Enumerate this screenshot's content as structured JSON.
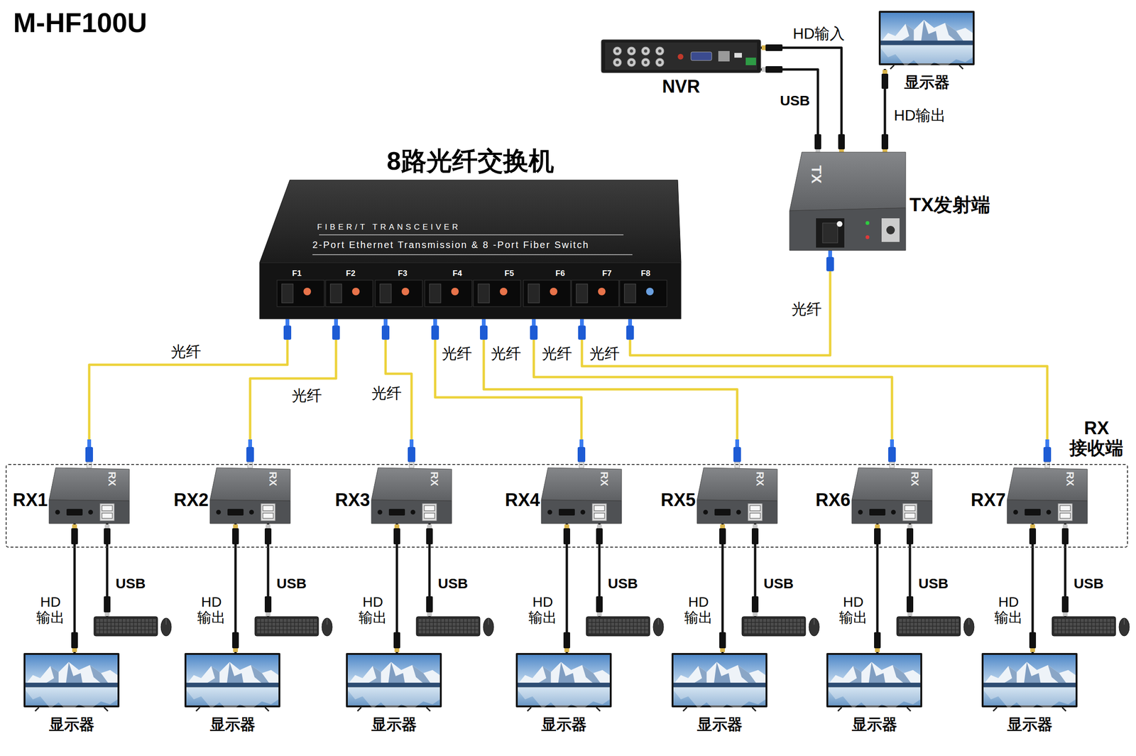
{
  "diagram": {
    "title": "M-HF100U",
    "nodes": [
      {
        "text": [
          "NVR"
        ]
      },
      {
        "text": [
          "显示器"
        ]
      },
      {
        "text": [
          "8路光纤交换机",
          "FIBER/T TRANSCEIVER",
          "2-Port Ethernet Transmission & 8 -Port Fiber Switch",
          "F1",
          "F2",
          "F3",
          "F4",
          "F5",
          "F6",
          "F7",
          "F8"
        ]
      },
      {
        "text": [
          "TX发射端",
          "TX"
        ]
      },
      {
        "text": [
          "RX 接收端"
        ]
      },
      {
        "text": [
          "RX1",
          "RX"
        ],
        "in": 4
      },
      {
        "text": [
          "RX2",
          "RX"
        ],
        "in": 4
      },
      {
        "text": [
          "RX3",
          "RX"
        ],
        "in": 4
      },
      {
        "text": [
          "RX4",
          "RX"
        ],
        "in": 4
      },
      {
        "text": [
          "RX5",
          "RX"
        ],
        "in": 4
      },
      {
        "text": [
          "RX6",
          "RX"
        ],
        "in": 4
      },
      {
        "text": [
          "RX7",
          "RX"
        ],
        "in": 4
      },
      {
        "text": [
          "显示器"
        ]
      },
      {
        "text": [
          "显示器"
        ]
      },
      {
        "text": [
          "显示器"
        ]
      },
      {
        "text": [
          "显示器"
        ]
      },
      {
        "text": [
          "显示器"
        ]
      },
      {
        "text": [
          "显示器"
        ]
      },
      {
        "text": [
          "显示器"
        ]
      }
    ],
    "edges": [
      {
        "from": 0,
        "to": 3,
        "label": "HD输入",
        "arrow": "none"
      },
      {
        "from": 0,
        "to": 3,
        "label": "USB",
        "arrow": "none"
      },
      {
        "from": 3,
        "to": 1,
        "label": "HD输出",
        "arrow": "none"
      },
      {
        "from": 3,
        "to": 2,
        "label": "光纤",
        "arrow": "none"
      },
      {
        "from": 2,
        "to": 5,
        "label": "光纤",
        "arrow": "none"
      },
      {
        "from": 2,
        "to": 6,
        "label": "光纤",
        "arrow": "none"
      },
      {
        "from": 2,
        "to": 7,
        "label": "光纤",
        "arrow": "none"
      },
      {
        "from": 2,
        "to": 8,
        "label": "光纤",
        "arrow": "none"
      },
      {
        "from": 2,
        "to": 9,
        "label": "光纤",
        "arrow": "none"
      },
      {
        "from": 2,
        "to": 10,
        "label": "光纤",
        "arrow": "none"
      },
      {
        "from": 2,
        "to": 11,
        "label": "光纤",
        "arrow": "none"
      },
      {
        "from": 5,
        "to": 12,
        "label": "HD 输出",
        "arrow": "none"
      },
      {
        "from": 6,
        "to": 13,
        "label": "HD 输出",
        "arrow": "none"
      },
      {
        "from": 7,
        "to": 14,
        "label": "HD 输出",
        "arrow": "none"
      },
      {
        "from": 8,
        "to": 15,
        "label": "HD 输出",
        "arrow": "none"
      },
      {
        "from": 9,
        "to": 16,
        "label": "HD 输出",
        "arrow": "none"
      },
      {
        "from": 10,
        "to": 17,
        "label": "HD 输出",
        "arrow": "none"
      },
      {
        "from": 11,
        "to": 18,
        "label": "HD 输出",
        "arrow": "none"
      }
    ],
    "labels": [
      "USB",
      "USB",
      "USB",
      "USB",
      "USB",
      "USB",
      "USB"
    ]
  }
}
